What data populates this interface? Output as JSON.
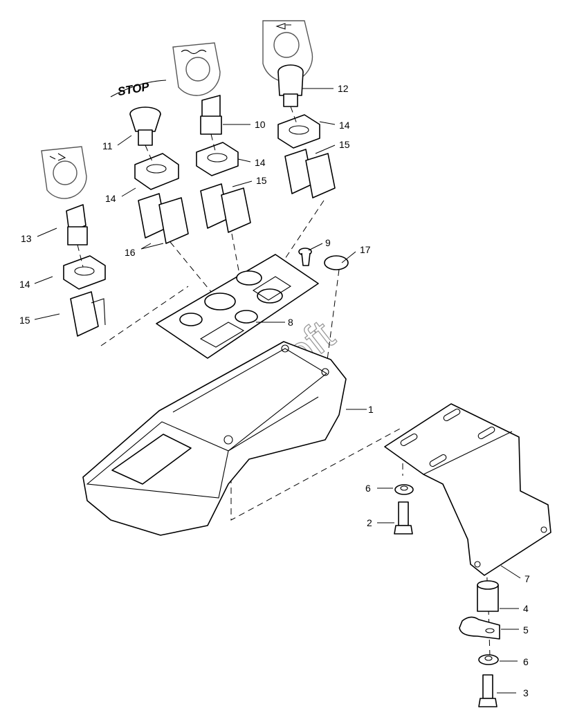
{
  "diagram": {
    "stop_label": "STOP",
    "watermark": "AutoSoft",
    "callouts": [
      {
        "id": "c1",
        "text": "1"
      },
      {
        "id": "c2",
        "text": "2"
      },
      {
        "id": "c3",
        "text": "3"
      },
      {
        "id": "c4",
        "text": "4"
      },
      {
        "id": "c5",
        "text": "5"
      },
      {
        "id": "c6a",
        "text": "6"
      },
      {
        "id": "c6b",
        "text": "6"
      },
      {
        "id": "c7",
        "text": "7"
      },
      {
        "id": "c8",
        "text": "8"
      },
      {
        "id": "c9",
        "text": "9"
      },
      {
        "id": "c10",
        "text": "10"
      },
      {
        "id": "c11",
        "text": "11"
      },
      {
        "id": "c12",
        "text": "12"
      },
      {
        "id": "c13",
        "text": "13"
      },
      {
        "id": "c14a",
        "text": "14"
      },
      {
        "id": "c14b",
        "text": "14"
      },
      {
        "id": "c14c",
        "text": "14"
      },
      {
        "id": "c14d",
        "text": "14"
      },
      {
        "id": "c15a",
        "text": "15"
      },
      {
        "id": "c15b",
        "text": "15"
      },
      {
        "id": "c15c",
        "text": "15"
      },
      {
        "id": "c16",
        "text": "16"
      },
      {
        "id": "c17",
        "text": "17"
      }
    ]
  }
}
